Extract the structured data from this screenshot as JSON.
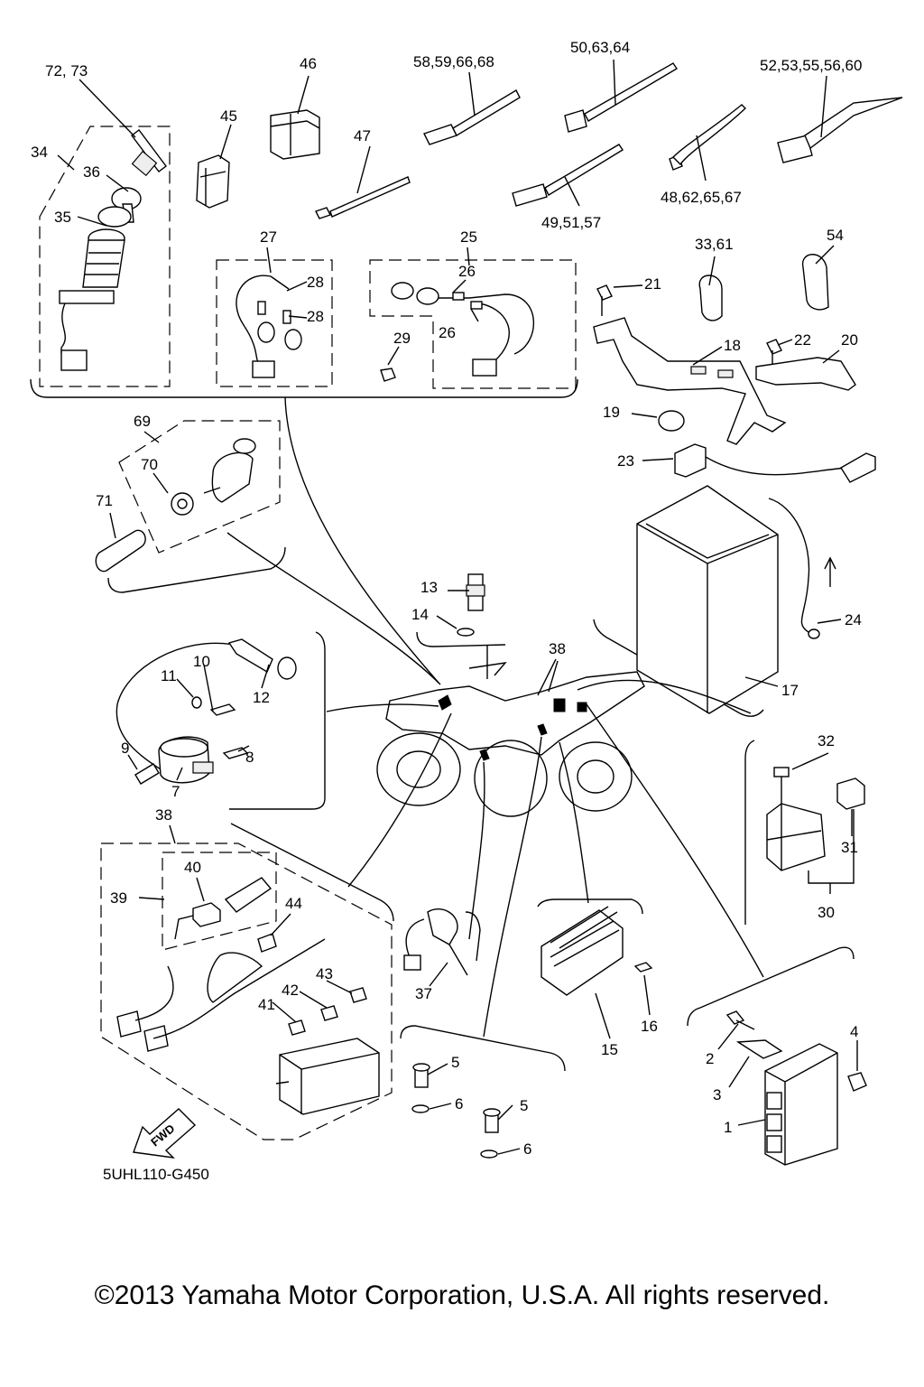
{
  "diagram": {
    "code": "5UHL110-G450",
    "fwd_label": "FWD",
    "callouts": {
      "c72_73": "72, 73",
      "c46": "46",
      "c58": "58,59,66,68",
      "c50": "50,63,64",
      "c52": "52,53,55,56,60",
      "c45": "45",
      "c47": "47",
      "c34": "34",
      "c36": "36",
      "c35": "35",
      "c48": "48,62,65,67",
      "c49": "49,51,57",
      "c27": "27",
      "c25": "25",
      "c26a": "26",
      "c26b": "26",
      "c28a": "28",
      "c28b": "28",
      "c29": "29",
      "c33_61": "33,61",
      "c54": "54",
      "c21": "21",
      "c18": "18",
      "c22": "22",
      "c20": "20",
      "c19": "19",
      "c69": "69",
      "c70": "70",
      "c71": "71",
      "c23": "23",
      "c13": "13",
      "c14": "14",
      "c24": "24",
      "c17": "17",
      "c10": "10",
      "c11": "11",
      "c12": "12",
      "c9": "9",
      "c7": "7",
      "c8": "8",
      "c38a": "38",
      "c38b": "38",
      "c32": "32",
      "c31": "31",
      "c30": "30",
      "c40": "40",
      "c39": "39",
      "c44": "44",
      "c43": "43",
      "c42": "42",
      "c41": "41",
      "c37": "37",
      "c15": "15",
      "c16": "16",
      "c5a": "5",
      "c6a": "6",
      "c5b": "5",
      "c6b": "6",
      "c4": "4",
      "c2": "2",
      "c3": "3",
      "c1": "1"
    }
  },
  "footer": {
    "copyright": "©2013 Yamaha Motor Corporation, U.S.A. All rights reserved."
  }
}
